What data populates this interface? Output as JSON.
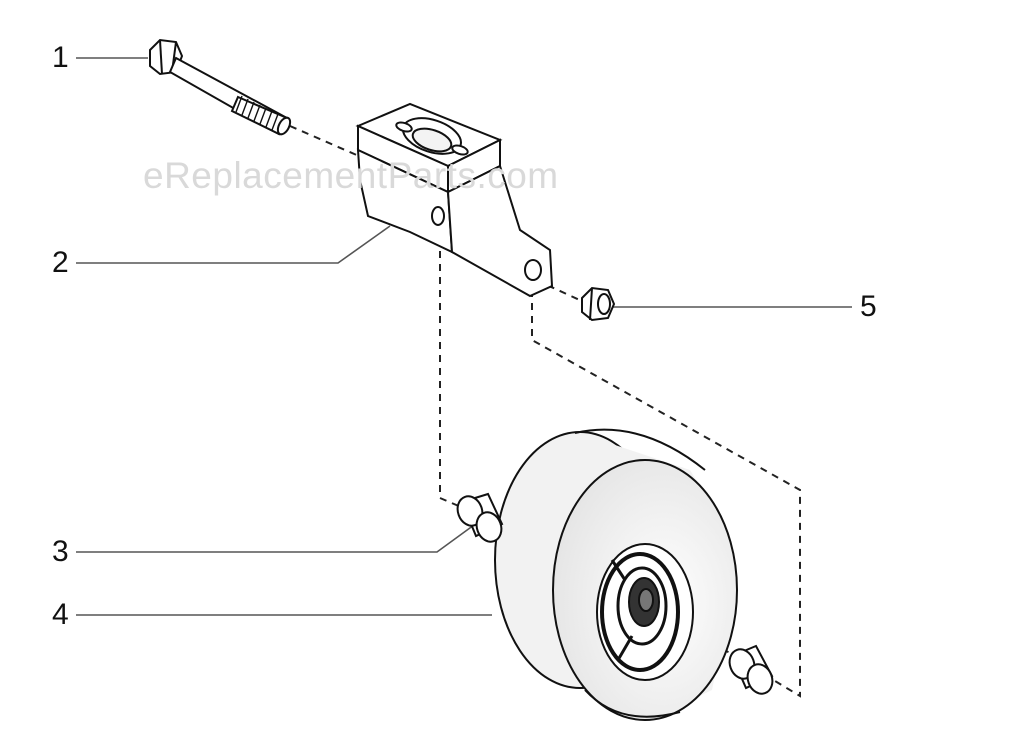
{
  "watermark": "eReplacementParts.com",
  "callouts": [
    {
      "number": "1",
      "part": "bolt"
    },
    {
      "number": "2",
      "part": "caster-bracket"
    },
    {
      "number": "3",
      "part": "bushing"
    },
    {
      "number": "4",
      "part": "wheel"
    },
    {
      "number": "5",
      "part": "nut"
    }
  ],
  "colors": {
    "line": "#111111",
    "leader": "#555555",
    "fill": "#ffffff",
    "tire": "#f2f2f2",
    "watermark": "#d9d9d9"
  }
}
